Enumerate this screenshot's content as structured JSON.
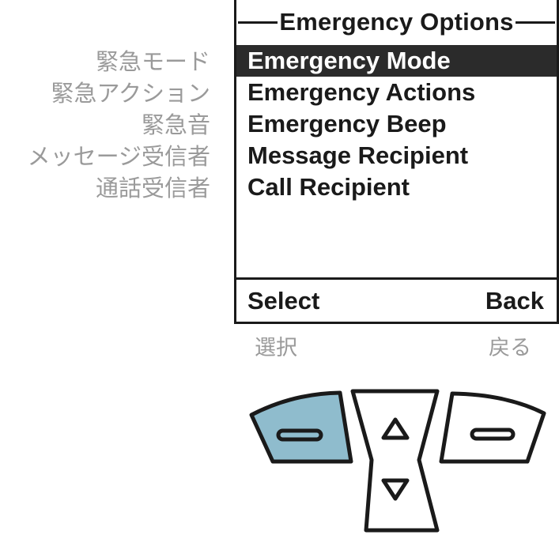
{
  "screen": {
    "title": "Emergency Options",
    "menu": [
      {
        "label": "Emergency Mode",
        "selected": true
      },
      {
        "label": "Emergency Actions",
        "selected": false
      },
      {
        "label": "Emergency Beep",
        "selected": false
      },
      {
        "label": "Message Recipient",
        "selected": false
      },
      {
        "label": "Call Recipient",
        "selected": false
      }
    ],
    "softkeys": {
      "left": "Select",
      "right": "Back"
    }
  },
  "translations": {
    "menu": [
      "緊急モード",
      "緊急アクション",
      "緊急音",
      "メッセージ受信者",
      "通話受信者"
    ],
    "softkeys": {
      "left": "選択",
      "right": "戻る"
    }
  },
  "keypad": {
    "left_softkey_icon": "dash-icon",
    "nav_up_icon": "triangle-up-icon",
    "nav_down_icon": "triangle-down-icon",
    "right_softkey_icon": "dash-icon",
    "highlight_color": "#8fbccd",
    "stroke_color": "#1a1a1a"
  },
  "colors": {
    "selected_background": "#2b2b2b",
    "translation_text": "#9a9a9a"
  }
}
